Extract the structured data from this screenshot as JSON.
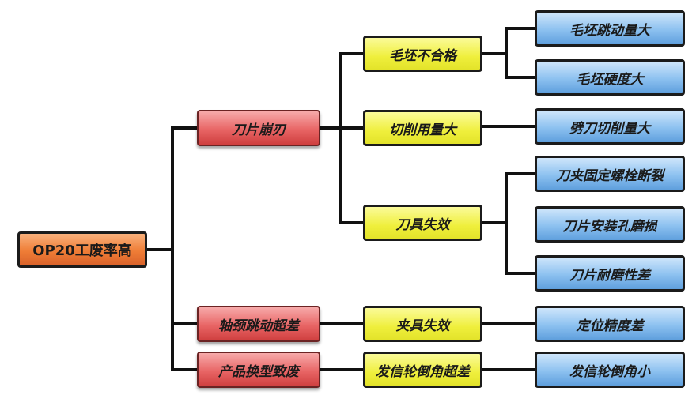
{
  "root": "OP20工废率高",
  "branches": [
    {
      "label": "刀片崩刃",
      "children": [
        {
          "label": "毛坯不合格",
          "children": [
            "毛坯跳动量大",
            "毛坯硬度大"
          ]
        },
        {
          "label": "切削用量大",
          "children": [
            "劈刀切削量大"
          ]
        },
        {
          "label": "刀具失效",
          "children": [
            "刀夹固定螺栓断裂",
            "刀片安装孔磨损",
            "刀片耐磨性差"
          ]
        }
      ]
    },
    {
      "label": "轴颈跳动超差",
      "children": [
        {
          "label": "夹具失效",
          "children": [
            "定位精度差"
          ]
        }
      ]
    },
    {
      "label": "产品换型致废",
      "children": [
        {
          "label": "发信轮倒角超差",
          "children": [
            "发信轮倒角小"
          ]
        }
      ]
    }
  ],
  "colors": {
    "root": "#ef7d36",
    "level1": "#e86565",
    "level2": "#efef3c",
    "level3": "#8cc1f0",
    "connector": "#111111"
  }
}
